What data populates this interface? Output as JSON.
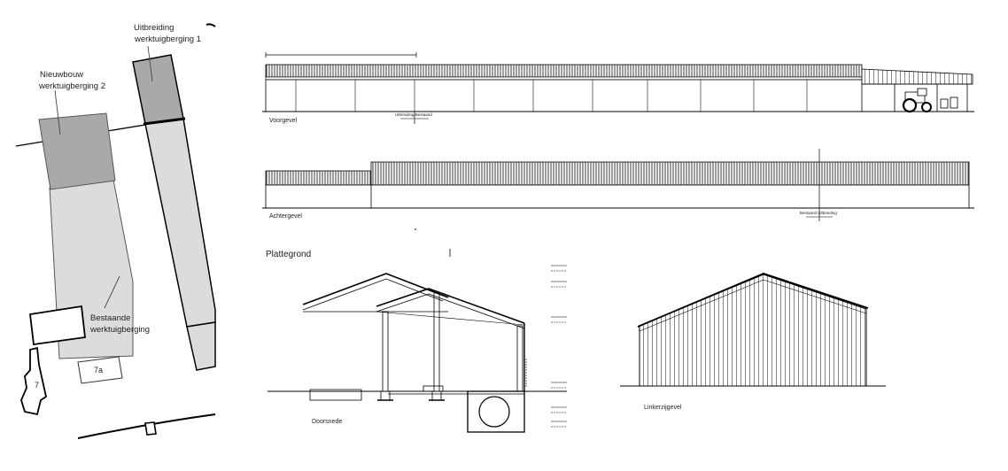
{
  "site_plan": {
    "label_extension_1": [
      "Uitbreiding",
      "werktuigberging 1"
    ],
    "label_new_2": [
      "Nieuwbouw",
      "werktuigberging 2"
    ],
    "label_existing": [
      "Bestaande",
      "werktuigberging"
    ],
    "house_7a": "7a",
    "house_7": "7"
  },
  "elevations": {
    "front": "Voorgevel",
    "front_marker": "Uitbreiding Bestaand",
    "rear": "Achtergevel",
    "rear_marker": "Bestaand Uitbreiding"
  },
  "plan_title": "Plattegrond",
  "section_title": "Doorsnede",
  "side_title": "Linkerzijgevel",
  "colors": {
    "dark_fill": "#a9a9a9",
    "light_fill": "#dcdcdc",
    "line": "#111111"
  }
}
